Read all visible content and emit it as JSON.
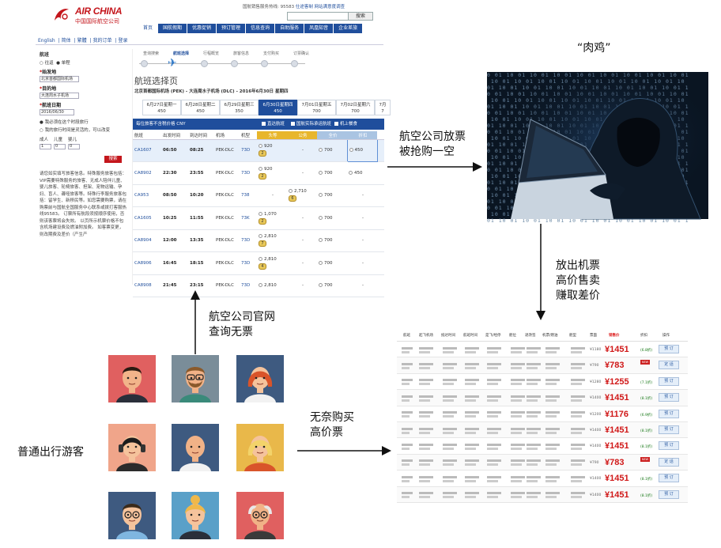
{
  "aircn": {
    "logo_en": "AIR CHINA",
    "logo_cn": "中国国际航空公司",
    "hotline": "国航销售服务热线: 95583",
    "hotline_links": "仕途客制  网站满意度调查",
    "lang": "中国",
    "search_button": "搜索",
    "nav": [
      "首页",
      "国航假期",
      "优惠促销",
      "预订管理",
      "信息查询",
      "自助服务",
      "凤凰知音",
      "企业差旅"
    ],
    "subnav": [
      "English",
      "简体",
      "繁體",
      "我的订单",
      "登录"
    ],
    "left_panel": {
      "route_label": "航班",
      "trip_oneway": "往返",
      "trip_single": "单程",
      "origin_label": "始发地",
      "origin_value": "北京首都国际机场",
      "dest_label": "目的地",
      "dest_value": "大连周水子机场",
      "date_label": "航班日期",
      "date_value": "2016/06/30",
      "opt1": "我必须在这个时段旅行",
      "opt2": "我的旅行时间是灵活的，可以改变",
      "pax_adult": "成人",
      "pax_child": "儿童",
      "pax_infant": "婴儿",
      "pax_adult_value": "1",
      "pax_child_value": "0",
      "pax_infant_value": "0",
      "search": "搜索",
      "notes": "请您如实填写旅客信息。特殊服务旅客包括：VIP需要特殊服务的旅客、无成人陪伴儿童、婴儿旅客、轮椅旅客、担架、宠物运输、孕妇、盲人、聋哑旅客等。特殊行李服务旅客包括：留学生、新移民等。如您需要购票，请在购票前与国航全国服务中心联系或拨打客服热线95583。\n订票所有航段须按顺序使用，否则该客票将会失效。\n以页所示机票价格不包含机场建设费及燃油附加费。\n如客票变更，则改期费及差价（产生产"
    },
    "steps": [
      "查询搜索",
      "航班选择",
      "行程概览",
      "旅客信息",
      "支付购买",
      "订票确认"
    ],
    "page_title": "航班选择页",
    "route_line": "北京首都国际机场 (PEK) - 大连周水子机场 (DLC) - 2016年6月30日 星期四",
    "dates": [
      {
        "d": "6月27日星期一",
        "p": "450"
      },
      {
        "d": "6月28日星期二",
        "p": "450"
      },
      {
        "d": "6月29日星期三",
        "p": "350"
      },
      {
        "d": "6月30日星期四",
        "p": "450"
      },
      {
        "d": "7月01日星期五",
        "p": "700"
      },
      {
        "d": "7月02日星期六",
        "p": "700"
      },
      {
        "d": "7月",
        "p": "7"
      }
    ],
    "filter": {
      "price_note": "每位旅客不含税价格 CNY",
      "f1": "直达航班",
      "f2": "国航实际承运航班",
      "f3": "机上餐食"
    },
    "cols": [
      "航班",
      "出发时间",
      "到达时间",
      "机场",
      "机型",
      "头等",
      "公务",
      "全价",
      "折扣"
    ],
    "flights": [
      {
        "no": "CA1607",
        "dep": "06:50",
        "arr": "08:25",
        "ap": "PEK-DLC",
        "ty": "73D",
        "f": "920",
        "fb": "2",
        "c": "-",
        "y": "700",
        "d": "450"
      },
      {
        "no": "CA8902",
        "dep": "22:30",
        "arr": "23:55",
        "ap": "PEK-DLC",
        "ty": "73D",
        "f": "920",
        "fb": "2",
        "c": "-",
        "y": "700",
        "d": "450"
      },
      {
        "no": "CA953",
        "dep": "08:50",
        "arr": "10:20",
        "ap": "PEK-DLC",
        "ty": "738",
        "f": "-",
        "fb": "",
        "c": "2,710",
        "cb": "6",
        "y": "700",
        "d": "-"
      },
      {
        "no": "CA1605",
        "dep": "10:25",
        "arr": "11:55",
        "ap": "PEK-DLC",
        "ty": "73K",
        "f": "1,070",
        "fb": "2",
        "c": "-",
        "y": "700",
        "d": "-"
      },
      {
        "no": "CA8904",
        "dep": "12:00",
        "arr": "13:35",
        "ap": "PEK-DLC",
        "ty": "73D",
        "f": "2,810",
        "fb": "7",
        "c": "-",
        "y": "700",
        "d": "-"
      },
      {
        "no": "CA8906",
        "dep": "16:45",
        "arr": "18:15",
        "ap": "PEK-DLC",
        "ty": "73D",
        "f": "2,810",
        "fb": "4",
        "c": "-",
        "y": "700",
        "d": "-"
      },
      {
        "no": "CA8908",
        "dep": "21:45",
        "arr": "23:15",
        "ap": "PEK-DLC",
        "ty": "73D",
        "f": "2,810",
        "fb": "",
        "c": "-",
        "y": "700",
        "d": "-"
      }
    ]
  },
  "labels": {
    "hacker_title": "“肉鸡”",
    "arrow1_l1": "航空公司放票",
    "arrow1_l2": "被抢购一空",
    "arrow2_l1": "放出机票",
    "arrow2_l2": "高价售卖",
    "arrow2_l3": "赚取差价",
    "arrow3_l1": "航空公司官网",
    "arrow3_l2": "查询无票",
    "arrow4_l1": "无奈购买",
    "arrow4_l2": "高价票",
    "travelers": "普通出行游客"
  },
  "tickets": {
    "cols": [
      "航班",
      "起飞机场",
      "抵达时间",
      "航班时间",
      "是飞/经停",
      "舱位",
      "退改签",
      "机票/燃油",
      "舱型",
      "票面",
      "销售价",
      "折扣",
      "操作"
    ],
    "rows": [
      {
        "price": "¥1451",
        "orig": "¥1180",
        "disc": "(6.8折)",
        "btn": "预 订"
      },
      {
        "price": "¥783",
        "orig": "¥790",
        "disc": "",
        "btn": "定 话",
        "tag": "NEW"
      },
      {
        "price": "¥1255",
        "orig": "¥1280",
        "disc": "(7.1折)",
        "btn": "预 订"
      },
      {
        "price": "¥1451",
        "orig": "¥1400",
        "disc": "(8.1折)",
        "btn": "预 订"
      },
      {
        "price": "¥1176",
        "orig": "¥1200",
        "disc": "(6.9折)",
        "btn": "预 订"
      },
      {
        "price": "¥1451",
        "orig": "¥1400",
        "disc": "(8.1折)",
        "btn": "预 订"
      },
      {
        "price": "¥1451",
        "orig": "¥1400",
        "disc": "(8.1折)",
        "btn": "预 订"
      },
      {
        "price": "¥783",
        "orig": "¥790",
        "disc": "",
        "btn": "定 话",
        "tag": "NEW"
      },
      {
        "price": "¥1451",
        "orig": "¥1400",
        "disc": "(8.1折)",
        "btn": "预 订"
      },
      {
        "price": "¥1451",
        "orig": "¥1400",
        "disc": "(8.1折)",
        "btn": "预 订"
      }
    ]
  },
  "colors": {
    "brand_red": "#c4161c",
    "brand_blue": "#1f4e9c",
    "price_red": "#d01818"
  },
  "avatars": [
    "man-red-bg",
    "hipster-glasses",
    "woman-red-hair",
    "woman-headphones",
    "man-bald",
    "woman-blonde",
    "boy-glasses",
    "woman-blonde-bun",
    "old-man"
  ]
}
